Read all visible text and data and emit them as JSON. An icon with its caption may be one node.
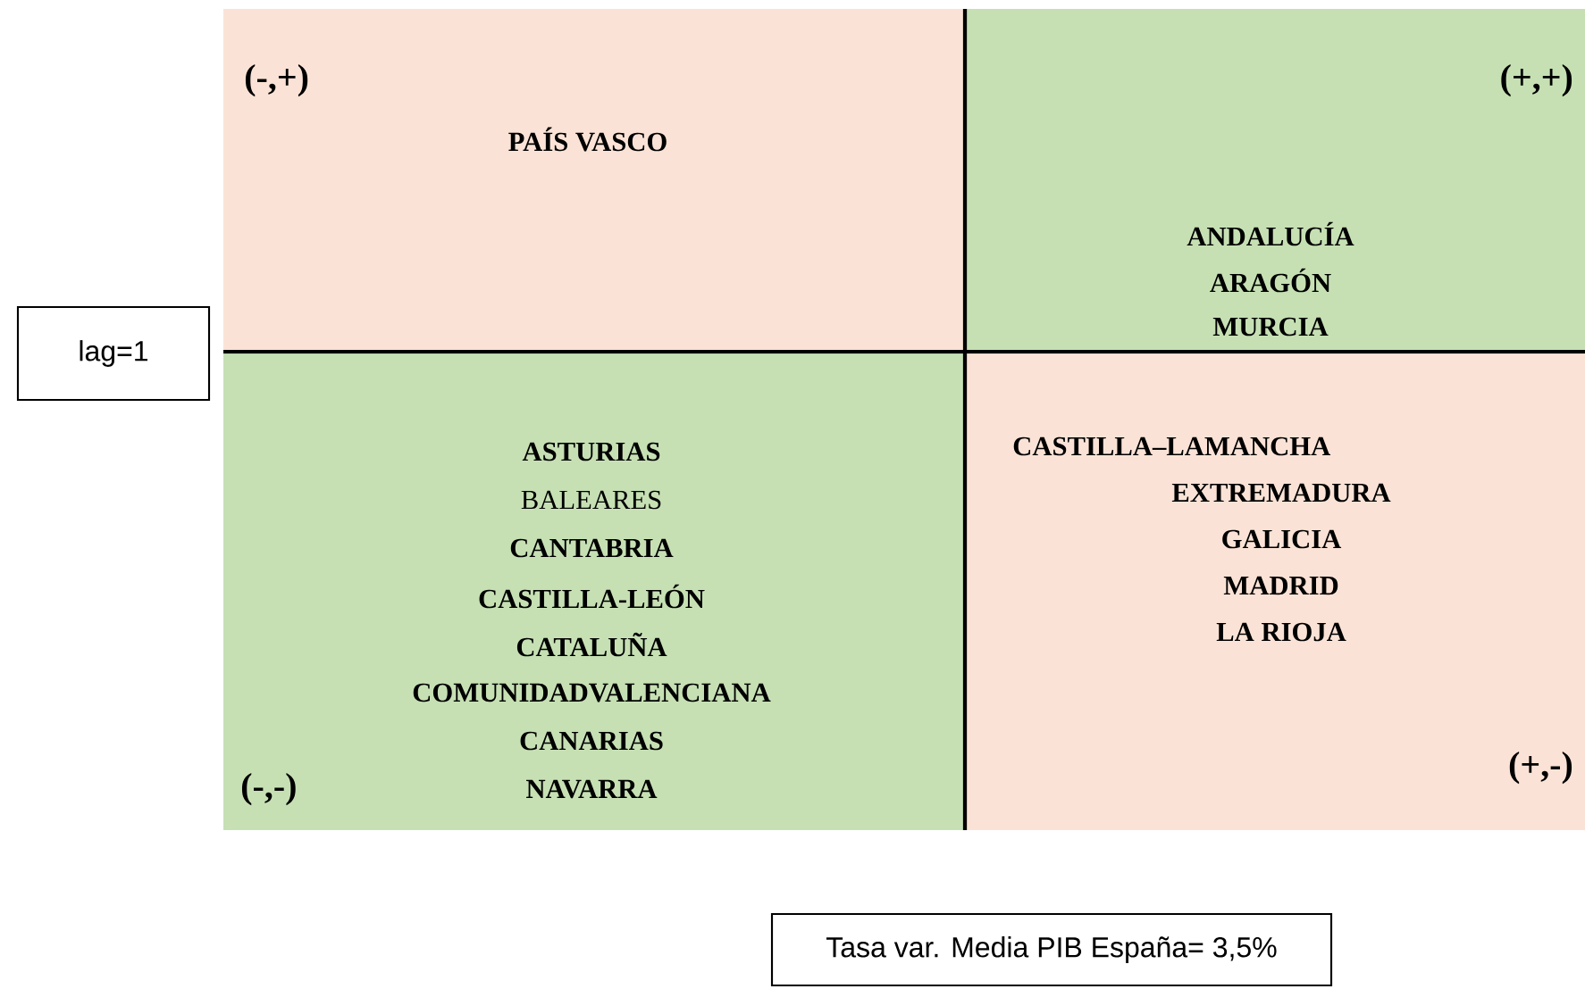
{
  "diagram": {
    "nodes": [
      {
        "text": [
          "(-,+)",
          "PAÍS VASCO"
        ]
      },
      {
        "text": [
          "(+,+)",
          "ANDALUCÍA",
          "ARAGÓN",
          "MURCIA"
        ]
      },
      {
        "text": [
          "lag=1"
        ]
      },
      {
        "text": [
          "ASTURIAS",
          "BALEARES",
          "CANTABRIA",
          "CASTILLA-LEÓN",
          "CATALUÑA",
          "COMUNIDADVALENCIANA",
          "CANARIAS",
          "NAVARRA",
          "(-,-)"
        ]
      },
      {
        "text": [
          "CASTILLA–LAMANCHA",
          "EXTREMADURA",
          "GALICIA",
          "MADRID",
          "LA RIOJA",
          "(+,-)"
        ]
      },
      {
        "text": [
          "Tasa var. Media PIB España= 3,5%"
        ]
      }
    ]
  }
}
